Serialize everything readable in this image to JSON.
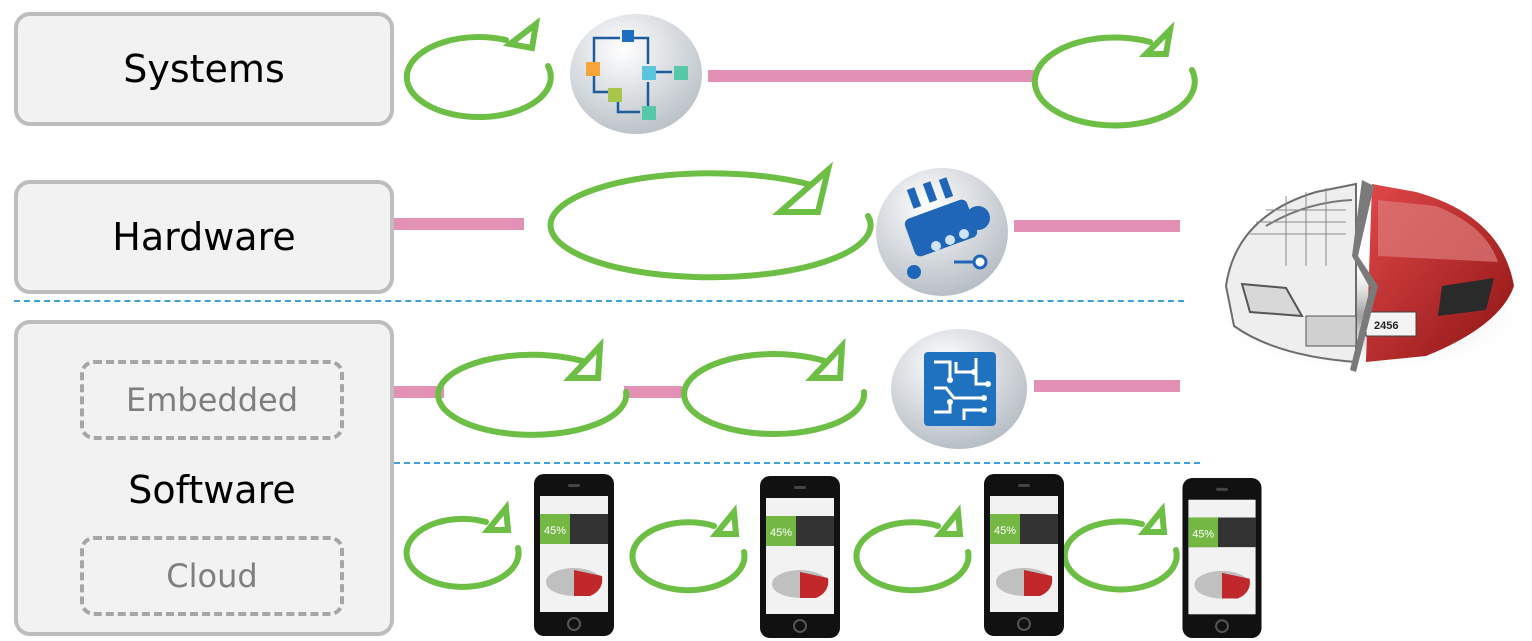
{
  "labels": {
    "systems": "Systems",
    "hardware": "Hardware",
    "software": "Software",
    "embedded": "Embedded",
    "cloud": "Cloud"
  },
  "phone": {
    "battery": "45%"
  },
  "car": {
    "plate": "2456"
  },
  "colors": {
    "bar": "#e291b4",
    "loop": "#6cbe45",
    "divider": "#3ea0d8",
    "box_border": "#bdbdbd",
    "box_fill": "#f2f2f2"
  },
  "icons": [
    "workflow-diagram-icon",
    "engine-hardware-icon",
    "circuit-board-icon",
    "smartphone-icon",
    "sports-car-image"
  ]
}
